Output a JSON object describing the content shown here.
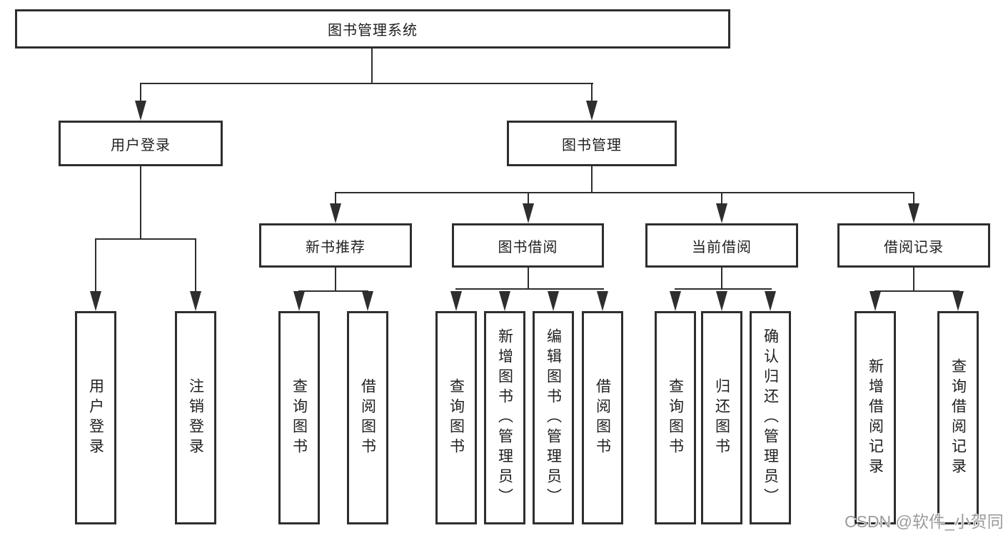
{
  "diagram": {
    "root": "图书管理系统",
    "branches": {
      "user_login": "用户登录",
      "book_management": "图书管理"
    },
    "modules": {
      "new_book": "新书推荐",
      "book_borrow": "图书借阅",
      "current_borrow": "当前借阅",
      "borrow_record": "借阅记录"
    },
    "leaves": {
      "user_login": [
        "用户登录",
        "注销登录"
      ],
      "new_book": [
        "查询图书",
        "借阅图书"
      ],
      "book_borrow": [
        "查询图书",
        "新增图书（管理员）",
        "编辑图书（管理员）",
        "借阅图书"
      ],
      "current_borrow": [
        "查询图书",
        "归还图书",
        "确认归还（管理员）"
      ],
      "borrow_record": [
        "新增借阅记录",
        "查询借阅记录"
      ]
    },
    "watermark": "CSDN @软件_小贺同学",
    "colors": {
      "line": "#2e2e2e",
      "text": "#1f1f1f",
      "background": "#ffffff",
      "watermark": "#9b9b9b"
    }
  }
}
